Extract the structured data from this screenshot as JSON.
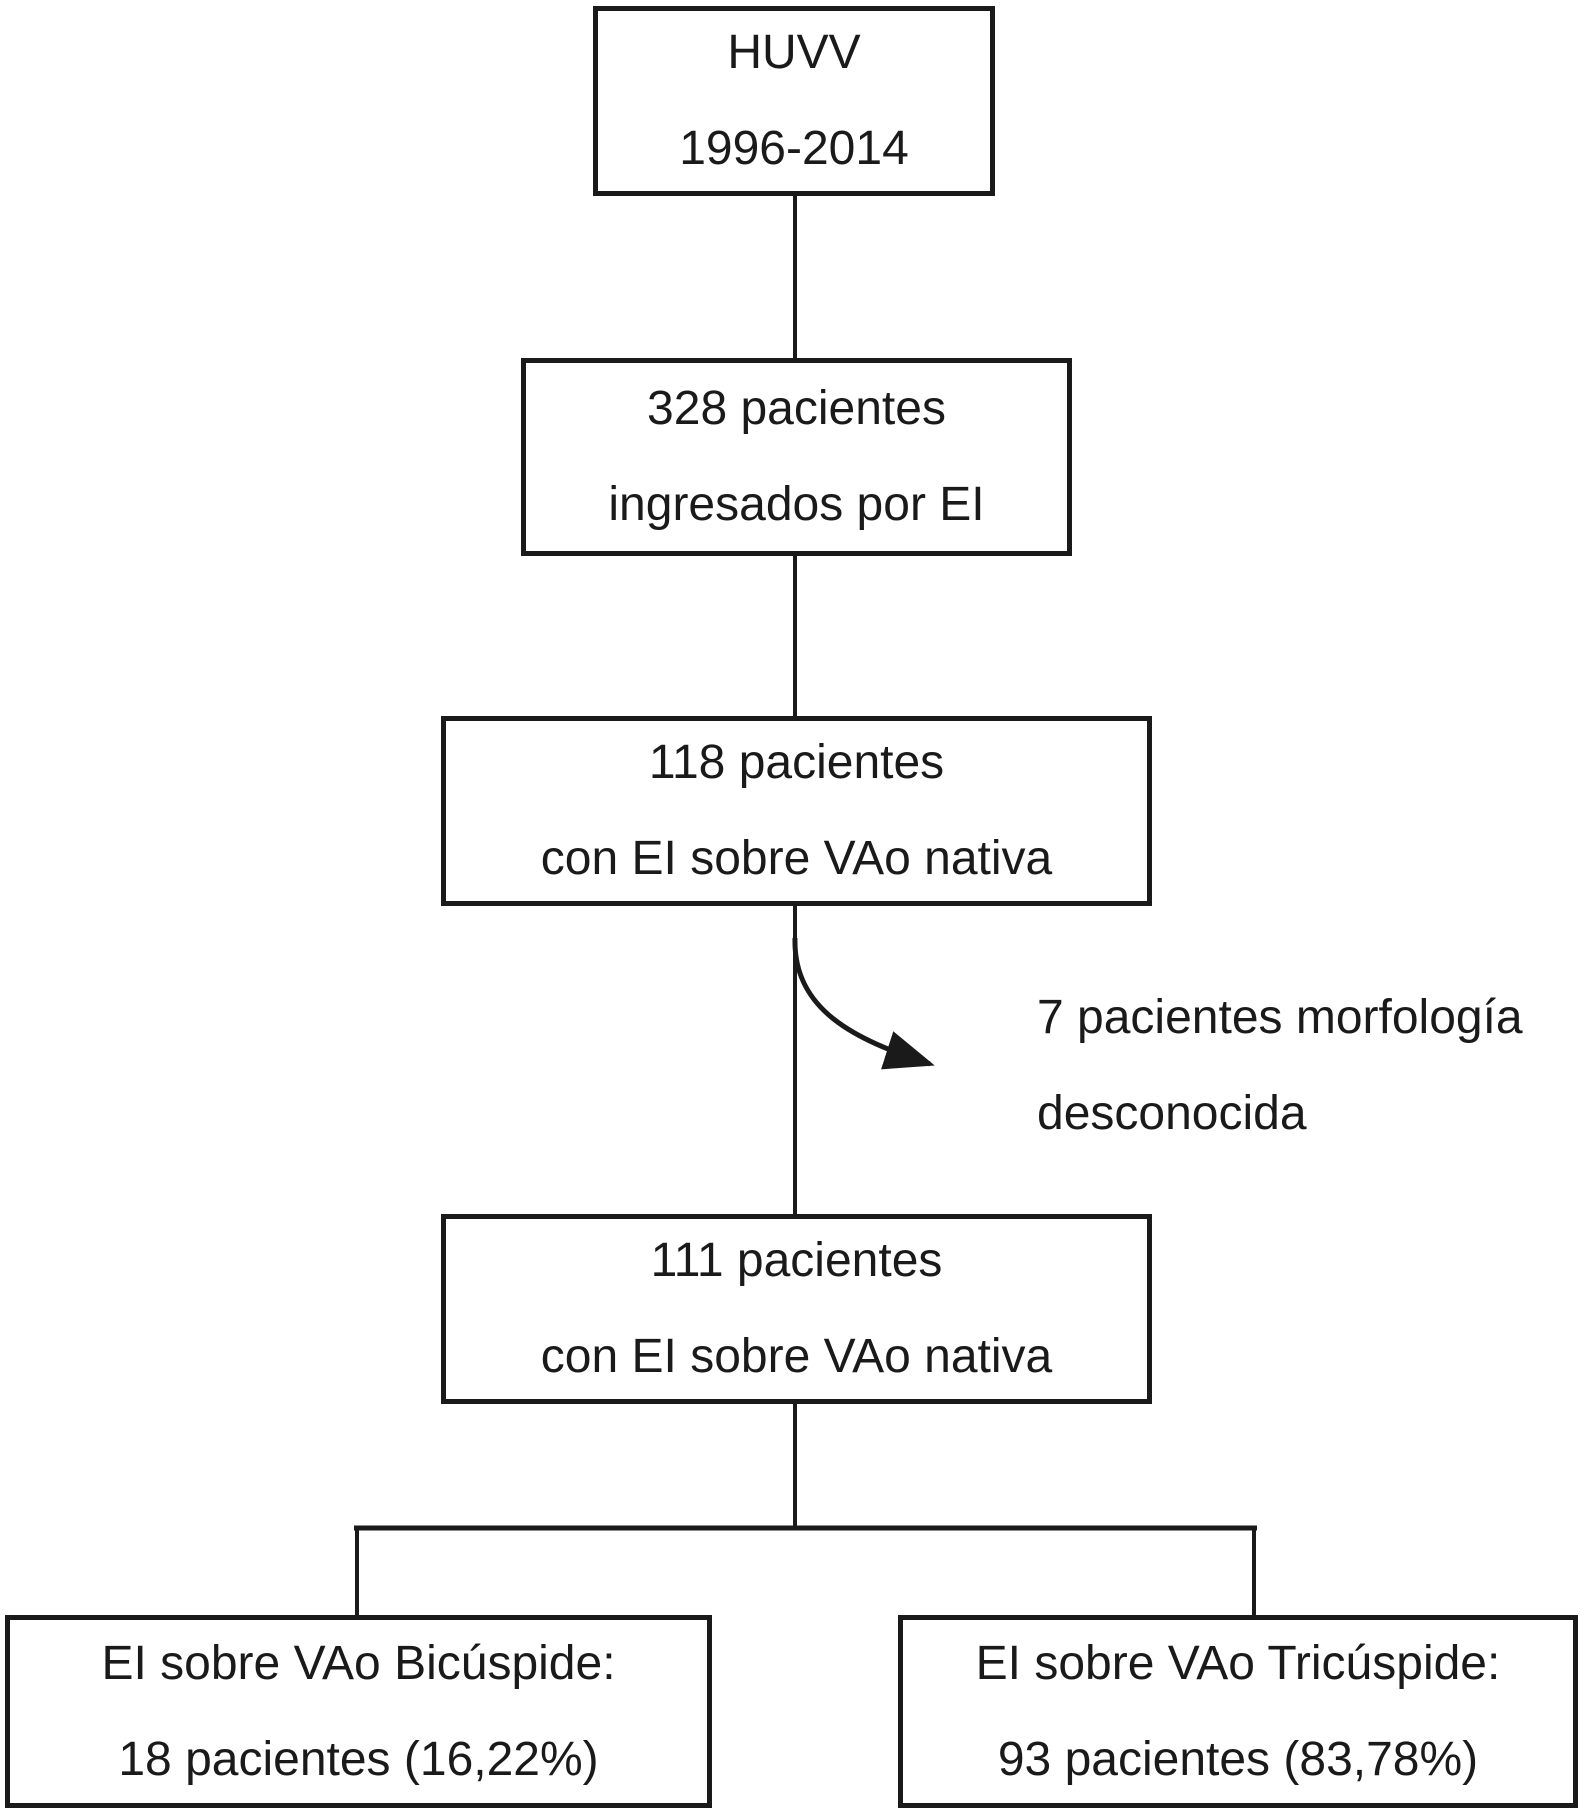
{
  "figure": {
    "type": "flowchart",
    "background_color": "#ffffff",
    "ink_color": "#1a1a1a"
  },
  "nodes": {
    "huvv": {
      "line1": "HUVV",
      "line2": "1996-2014"
    },
    "admitted": {
      "line1": "328 pacientes",
      "line2": "ingresados por EI"
    },
    "native118": {
      "line1": "118 pacientes",
      "line2": "con EI sobre VAo nativa"
    },
    "native111": {
      "line1": "111 pacientes",
      "line2": "con EI sobre VAo nativa"
    },
    "bicuspid": {
      "line1": "EI sobre VAo Bicúspide:",
      "line2": "18 pacientes (16,22%)"
    },
    "tricuspid": {
      "line1": "EI sobre VAo Tricúspide:",
      "line2": "93 pacientes (83,78%)"
    }
  },
  "annotations": {
    "excluded": {
      "line1": "7 pacientes morfología",
      "line2": "desconocida"
    }
  }
}
